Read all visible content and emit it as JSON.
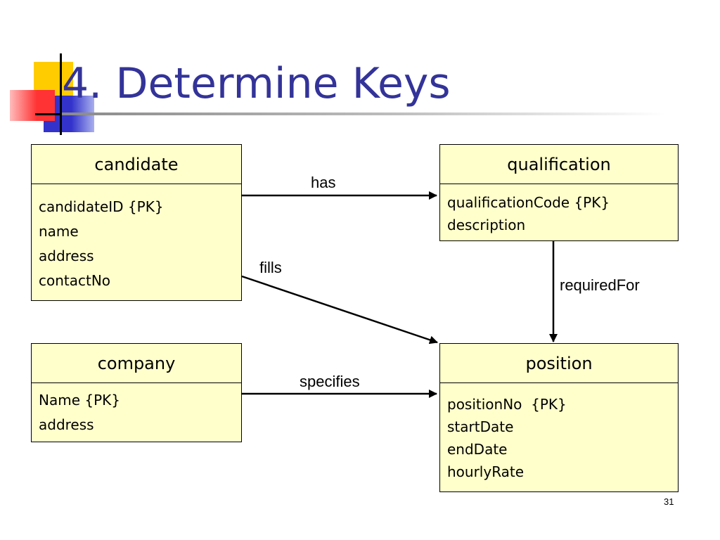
{
  "title": "4. Determine Keys",
  "page_number": "31",
  "colors": {
    "title": "#333399",
    "entity_fill": "#ffffcc",
    "deco_yellow": "#ffcc00",
    "deco_red": "#ff3333",
    "deco_blue": "#3333cc"
  },
  "entities": {
    "candidate": {
      "name": "candidate",
      "attributes": [
        "candidateID {PK}",
        "name",
        "address",
        "contactNo"
      ]
    },
    "qualification": {
      "name": "qualification",
      "attributes": [
        "qualificationCode {PK}",
        "description"
      ]
    },
    "company": {
      "name": "company",
      "attributes": [
        "Name {PK}",
        "address"
      ]
    },
    "position": {
      "name": "position",
      "attributes": [
        "positionNo  {PK}",
        "startDate",
        "endDate",
        "hourlyRate"
      ]
    }
  },
  "relationships": {
    "has": {
      "label": "has",
      "from": "candidate",
      "to": "qualification"
    },
    "fills": {
      "label": "fills",
      "from": "candidate",
      "to": "position"
    },
    "requiredFor": {
      "label": "requiredFor",
      "from": "qualification",
      "to": "position"
    },
    "specifies": {
      "label": "specifies",
      "from": "company",
      "to": "position"
    }
  }
}
